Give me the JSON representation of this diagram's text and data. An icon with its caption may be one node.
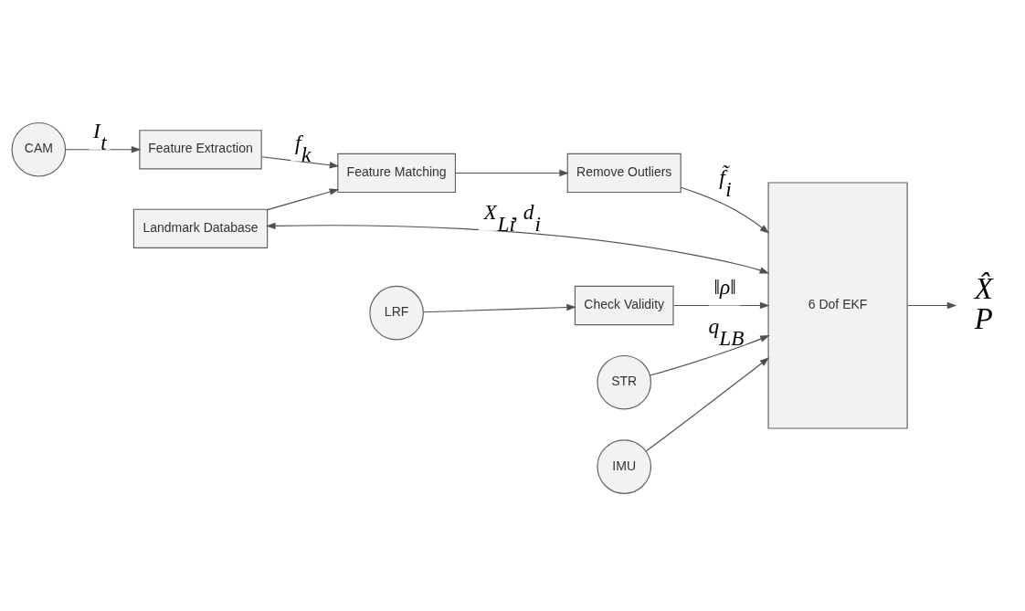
{
  "diagram": {
    "nodes": [
      {
        "text": [
          "CAM"
        ]
      },
      {
        "text": [
          "Feature Extraction"
        ]
      },
      {
        "text": [
          "Feature Matching"
        ]
      },
      {
        "text": [
          "Remove Outliers"
        ]
      },
      {
        "text": [
          "6 Dof EKF"
        ]
      },
      {
        "text": [
          "Landmark Database"
        ]
      },
      {
        "text": [
          "LRF"
        ]
      },
      {
        "text": [
          "Check Validity"
        ]
      },
      {
        "text": [
          "STR"
        ]
      },
      {
        "text": [
          "IMU"
        ]
      },
      {
        "text": [
          "X̂",
          "P"
        ]
      }
    ],
    "edges": [
      {
        "from": 0,
        "to": 1,
        "arrow": "to",
        "label": "I$_{t}$"
      },
      {
        "from": 1,
        "to": 2,
        "arrow": "to",
        "label": "f$_{k}$"
      },
      {
        "from": 2,
        "to": 3,
        "arrow": "to"
      },
      {
        "from": 3,
        "to": 4,
        "arrow": "to",
        "label": "f̃$_{i}$"
      },
      {
        "from": 5,
        "to": 2,
        "arrow": "to"
      },
      {
        "from": 5,
        "to": 4,
        "arrow": "both",
        "label": "X$_{Li}$, d$_{i}$"
      },
      {
        "from": 6,
        "to": 7,
        "arrow": "to"
      },
      {
        "from": 7,
        "to": 4,
        "arrow": "to",
        "label": "‖ρ‖"
      },
      {
        "from": 8,
        "to": 4,
        "arrow": "to",
        "label": "q$_{LB}$"
      },
      {
        "from": 9,
        "to": 4,
        "arrow": "to"
      },
      {
        "from": 4,
        "to": 10,
        "arrow": "to"
      }
    ]
  }
}
